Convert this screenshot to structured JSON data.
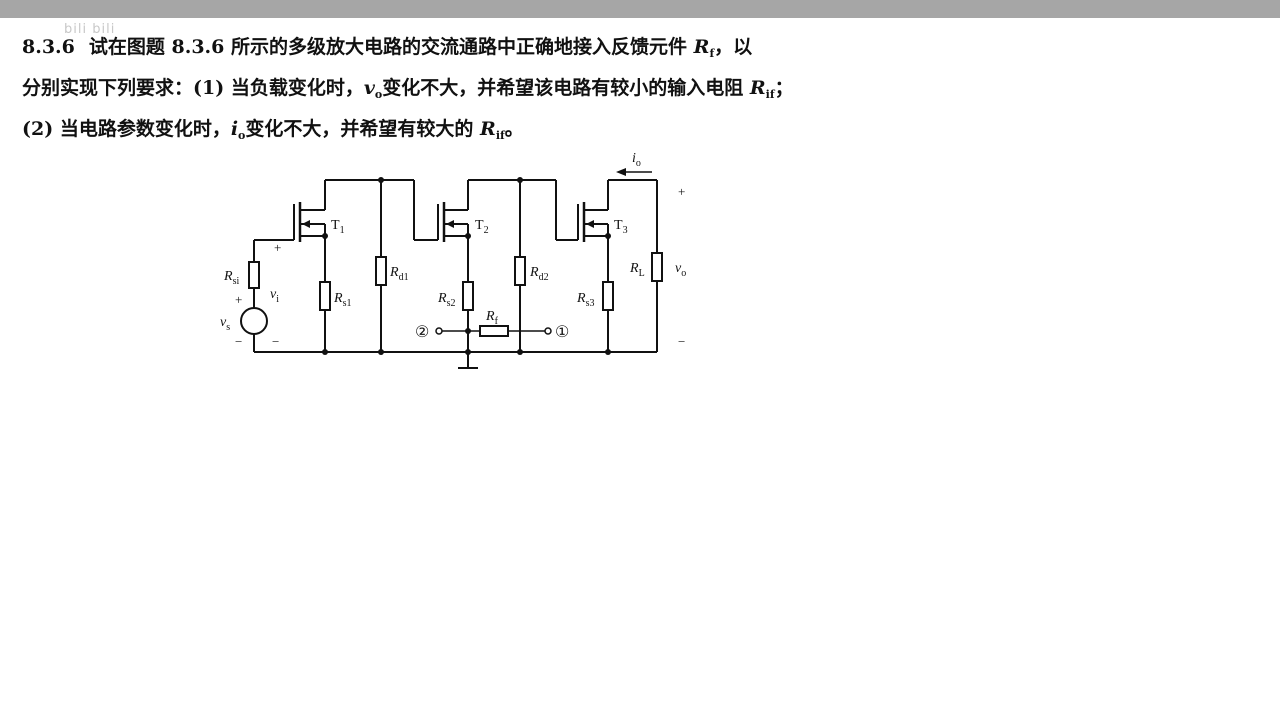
{
  "watermark": "bili bili",
  "problem": {
    "number": "8.3.6",
    "line1_text": "试在图题 8.3.6 所示的多级放大电路的交流通路中正确地接入反馈元件",
    "line1_sym": "R",
    "line1_sub": "f",
    "line1_tail": "，以",
    "line2_a": "分别实现下列要求：(1) 当负载变化时，",
    "line2_sym": "v",
    "line2_sub": "o",
    "line2_b": "变化不大，并希望该电路有较小的输入电阻",
    "line2_sym2": "R",
    "line2_sub2": "if",
    "line2_tail": "；",
    "line3_a": "(2) 当电路参数变化时，",
    "line3_sym": "i",
    "line3_sub": "o",
    "line3_b": "变化不大，并希望有较大的",
    "line3_sym2": "R",
    "line3_sub2": "if",
    "line3_tail": "。"
  },
  "circuit": {
    "T1": "T",
    "T1_sub": "1",
    "T2": "T",
    "T2_sub": "2",
    "T3": "T",
    "T3_sub": "3",
    "Rsi": "R",
    "Rsi_sub": "si",
    "Rs1": "R",
    "Rs1_sub": "s1",
    "Rd1": "R",
    "Rd1_sub": "d1",
    "Rs2": "R",
    "Rs2_sub": "s2",
    "Rd2": "R",
    "Rd2_sub": "d2",
    "Rs3": "R",
    "Rs3_sub": "s3",
    "RL": "R",
    "RL_sub": "L",
    "Rf": "R",
    "Rf_sub": "f",
    "vi": "v",
    "vi_sub": "i",
    "vs": "v",
    "vs_sub": "s",
    "vo": "v",
    "vo_sub": "o",
    "io": "i",
    "io_sub": "o",
    "node1": "①",
    "node2": "②",
    "plus": "+",
    "minus": "−"
  }
}
